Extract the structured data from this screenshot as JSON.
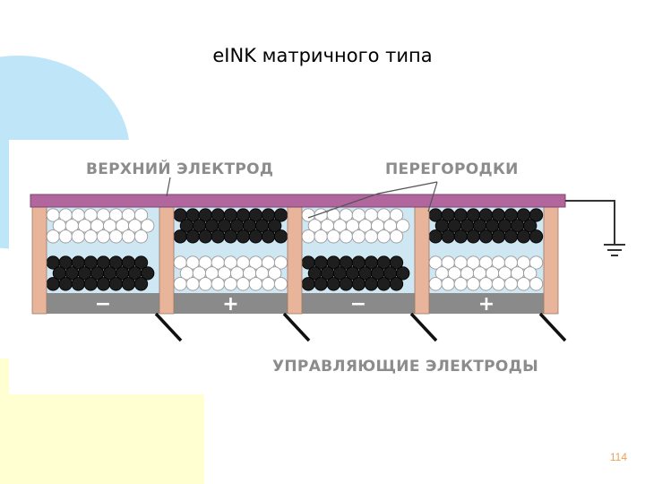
{
  "slide": {
    "title": "eINK матричного типа",
    "page_number": "114"
  },
  "colors": {
    "corner_blue": "#bfe6f8",
    "corner_yellow": "#ffffd2",
    "page_number": "#eaa35a",
    "top_electrode": "#b2669e",
    "partition": "#e8b49a",
    "fluid": "#cfe6f3",
    "bottom_electrode": "#8a8a8a"
  },
  "diagram": {
    "top_electrode_label": "ВЕРХНИЙ ЭЛЕКТРОД",
    "partitions_label": "ПЕРЕГОРОДКИ",
    "control_electrodes_label": "УПРАВЛЯЮЩИЕ ЭЛЕКТРОДЫ",
    "cells": [
      {
        "sign": "−",
        "top_particles": "white",
        "bottom_particles": "black"
      },
      {
        "sign": "+",
        "top_particles": "black",
        "bottom_particles": "white"
      },
      {
        "sign": "−",
        "top_particles": "white",
        "bottom_particles": "black"
      },
      {
        "sign": "+",
        "top_particles": "black",
        "bottom_particles": "white"
      }
    ]
  }
}
